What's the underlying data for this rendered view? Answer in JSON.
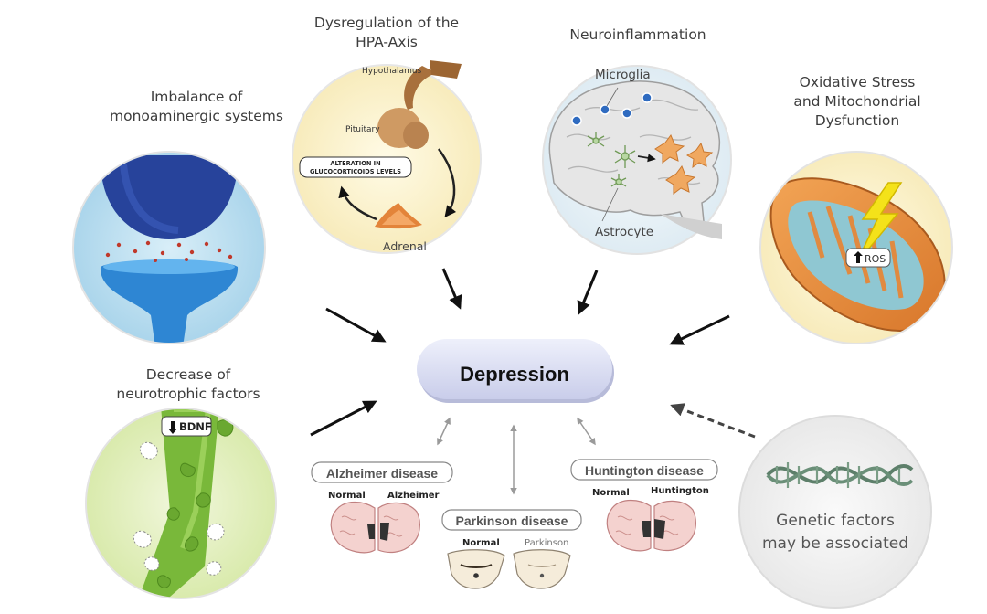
{
  "center": {
    "label": "Depression"
  },
  "factors": {
    "monoamine": {
      "line1": "Imbalance of",
      "line2": "monoaminergic systems"
    },
    "hpa": {
      "line1": "Dysregulation of the",
      "line2": "HPA-Axis",
      "hypothalamus": "Hypothalamus",
      "pituitary": "Pituitary",
      "adrenal": "Adrenal",
      "alteration_line1": "ALTERATION IN",
      "alteration_line2": "GLUCOCORTICOIDS LEVELS"
    },
    "neuroinflammation": {
      "title": "Neuroinflammation",
      "microglia": "Microglia",
      "astrocyte": "Astrocyte"
    },
    "oxidative": {
      "line1": "Oxidative Stress",
      "line2": "and Mitochondrial",
      "line3": "Dysfunction",
      "ros": "ROS"
    },
    "neurotrophic": {
      "line1": "Decrease of",
      "line2": "neurotrophic factors",
      "bdnf": "BDNF"
    },
    "genetic": {
      "line1": "Genetic factors",
      "line2": "may be associated"
    }
  },
  "diseases": {
    "alzheimer": {
      "title": "Alzheimer disease",
      "normal": "Normal",
      "affected": "Alzheimer"
    },
    "parkinson": {
      "title": "Parkinson disease",
      "normal": "Normal",
      "affected": "Parkinson"
    },
    "huntington": {
      "title": "Huntington disease",
      "normal": "Normal",
      "affected": "Huntington"
    }
  }
}
